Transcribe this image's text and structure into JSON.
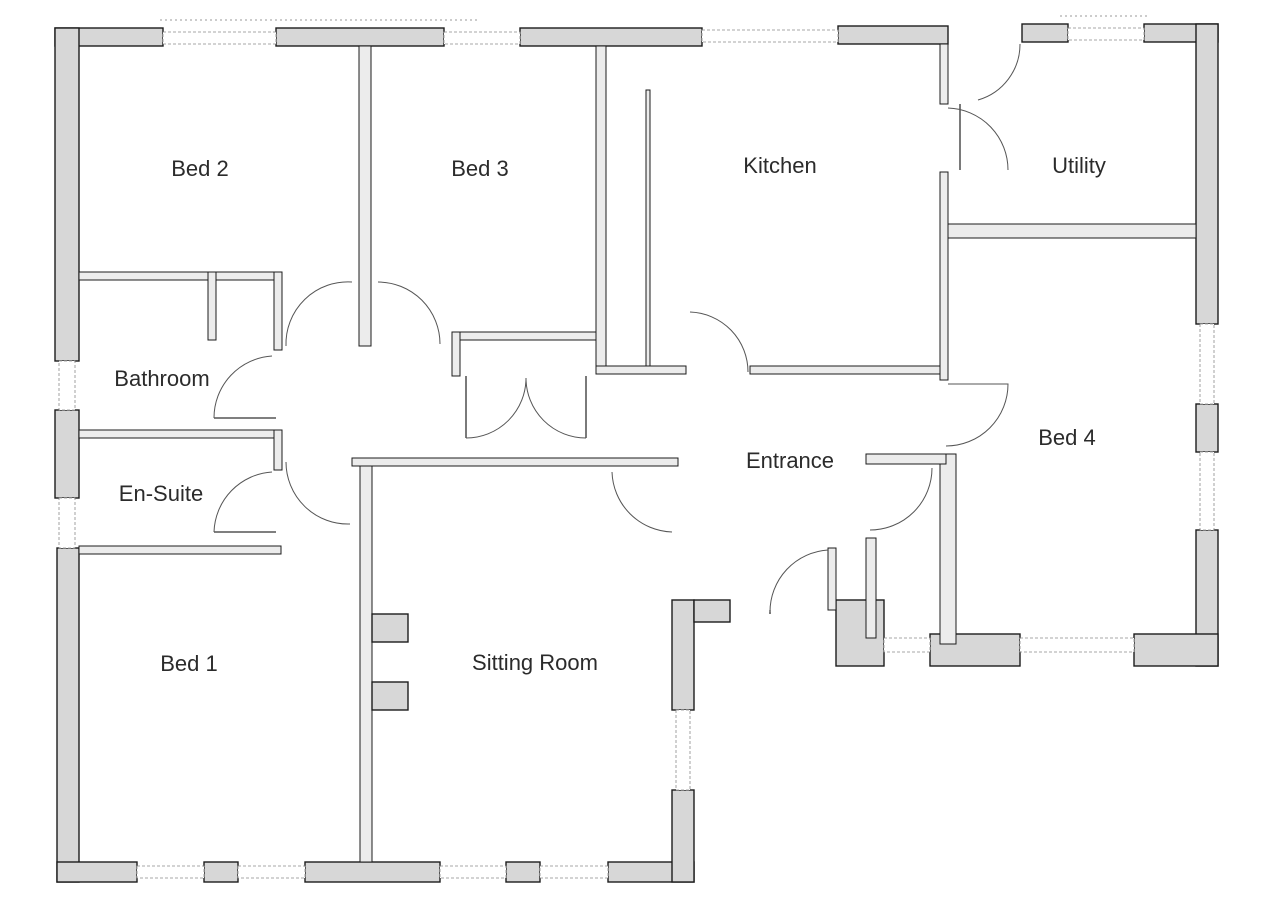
{
  "rooms": {
    "bed2": "Bed 2",
    "bed3": "Bed 3",
    "kitchen": "Kitchen",
    "utility": "Utility",
    "bathroom": "Bathroom",
    "en_suite": "En-Suite",
    "entrance": "Entrance",
    "bed4": "Bed 4",
    "bed1": "Bed 1",
    "sitting_room": "Sitting Room"
  },
  "colors": {
    "wall_fill": "#d7d7d7",
    "wall_edge": "#1c1c1c",
    "background": "#ffffff"
  }
}
